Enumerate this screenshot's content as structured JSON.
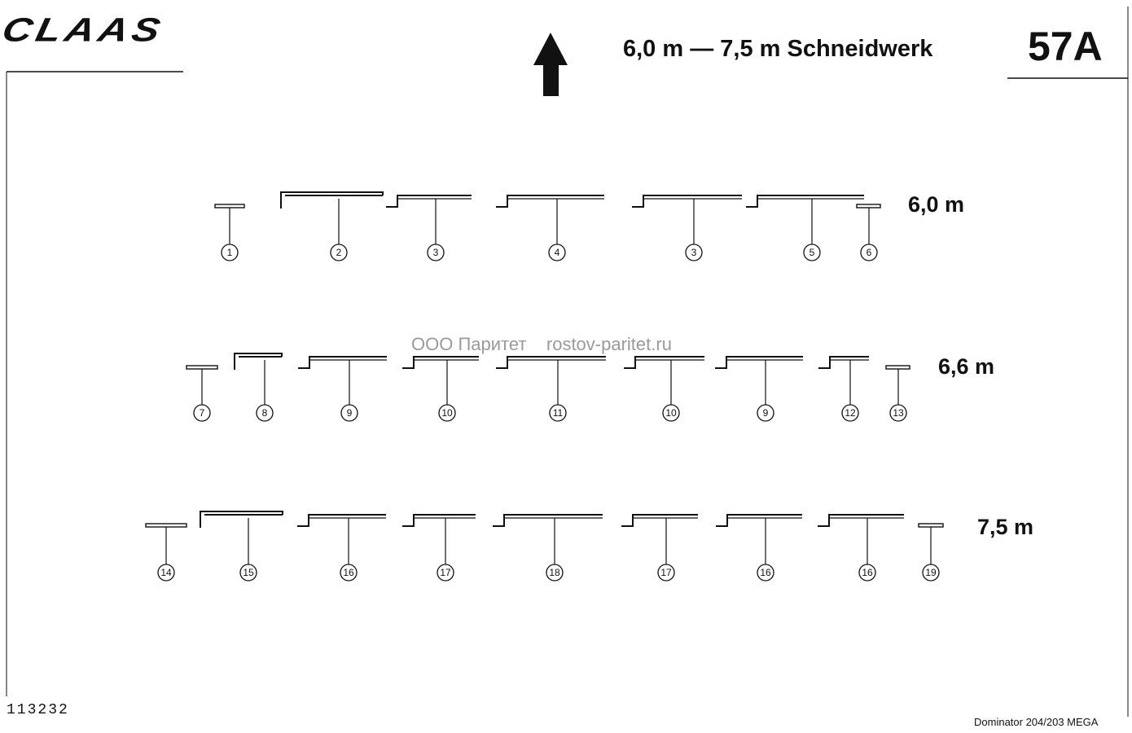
{
  "header": {
    "brand": "CLAAS",
    "title": "6,0 m — 7,5 m Schneidwerk",
    "page_code": "57A"
  },
  "watermark": "ООО Паритет    rostov-paritet.ru",
  "footer": {
    "drawing_number": "113232",
    "model": "Dominator 204/203 MEGA"
  },
  "rows": [
    {
      "label": "6,0 m",
      "parts": [
        {
          "ref": "1",
          "shape": "flat"
        },
        {
          "ref": "2",
          "shape": "hook"
        },
        {
          "ref": "3",
          "shape": "step"
        },
        {
          "ref": "4",
          "shape": "step"
        },
        {
          "ref": "3",
          "shape": "step"
        },
        {
          "ref": "5",
          "shape": "step"
        },
        {
          "ref": "6",
          "shape": "flat"
        }
      ]
    },
    {
      "label": "6,6 m",
      "parts": [
        {
          "ref": "7",
          "shape": "flat"
        },
        {
          "ref": "8",
          "shape": "hook"
        },
        {
          "ref": "9",
          "shape": "step"
        },
        {
          "ref": "10",
          "shape": "step"
        },
        {
          "ref": "11",
          "shape": "step"
        },
        {
          "ref": "10",
          "shape": "step"
        },
        {
          "ref": "9",
          "shape": "step"
        },
        {
          "ref": "12",
          "shape": "step"
        },
        {
          "ref": "13",
          "shape": "flat"
        }
      ]
    },
    {
      "label": "7,5 m",
      "parts": [
        {
          "ref": "14",
          "shape": "flat"
        },
        {
          "ref": "15",
          "shape": "hook"
        },
        {
          "ref": "16",
          "shape": "step"
        },
        {
          "ref": "17",
          "shape": "step"
        },
        {
          "ref": "18",
          "shape": "step"
        },
        {
          "ref": "17",
          "shape": "step"
        },
        {
          "ref": "16",
          "shape": "step"
        },
        {
          "ref": "16",
          "shape": "step"
        },
        {
          "ref": "19",
          "shape": "flat"
        }
      ]
    }
  ],
  "icons": {
    "direction": "up-arrow-icon"
  }
}
